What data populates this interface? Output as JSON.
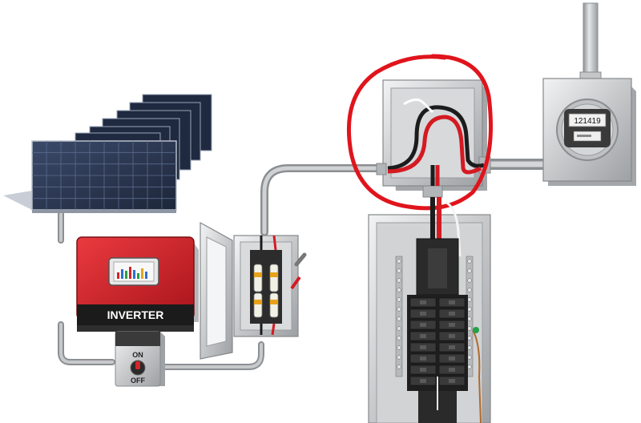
{
  "inverter": {
    "label": "INVERTER"
  },
  "dc_disconnect": {
    "on_label": "ON",
    "off_label": "OFF"
  },
  "meter": {
    "reading": "121419"
  },
  "colors": {
    "inverter_red": "#d8232a",
    "highlight_red": "#e0141c",
    "wire_red": "#d41a22",
    "wire_black": "#1c1c1c",
    "panel_gray": "#c9cbcd",
    "solar_blue": "#2c3a55"
  }
}
